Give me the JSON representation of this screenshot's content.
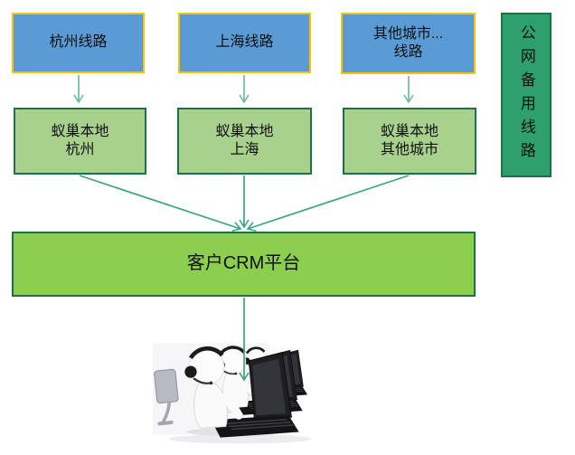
{
  "colors": {
    "blue_fill": "#5B9BD5",
    "yellow_border": "#FFC000",
    "light_green_fill": "#A9D18E",
    "green_border": "#1E7145",
    "crm_fill": "#8CCE4D",
    "backup_fill": "#2EA06E",
    "arrow": "#3BA583",
    "text": "#101010"
  },
  "nodes": {
    "hangzhou_line": {
      "label": "杭州线路"
    },
    "shanghai_line": {
      "label": "上海线路"
    },
    "other_city_line": {
      "label": "其他城市...\n线路"
    },
    "public_backup_line": {
      "label": "公网备用线路"
    },
    "local_hangzhou": {
      "label": "蚁巢本地\n杭州"
    },
    "local_shanghai": {
      "label": "蚁巢本地\n上海"
    },
    "local_other_city": {
      "label": "蚁巢本地\n其他城市"
    },
    "crm_platform": {
      "label": "客户CRM平台"
    }
  },
  "illustration": {
    "name": "call-center-agents-with-headsets-at-laptops"
  }
}
